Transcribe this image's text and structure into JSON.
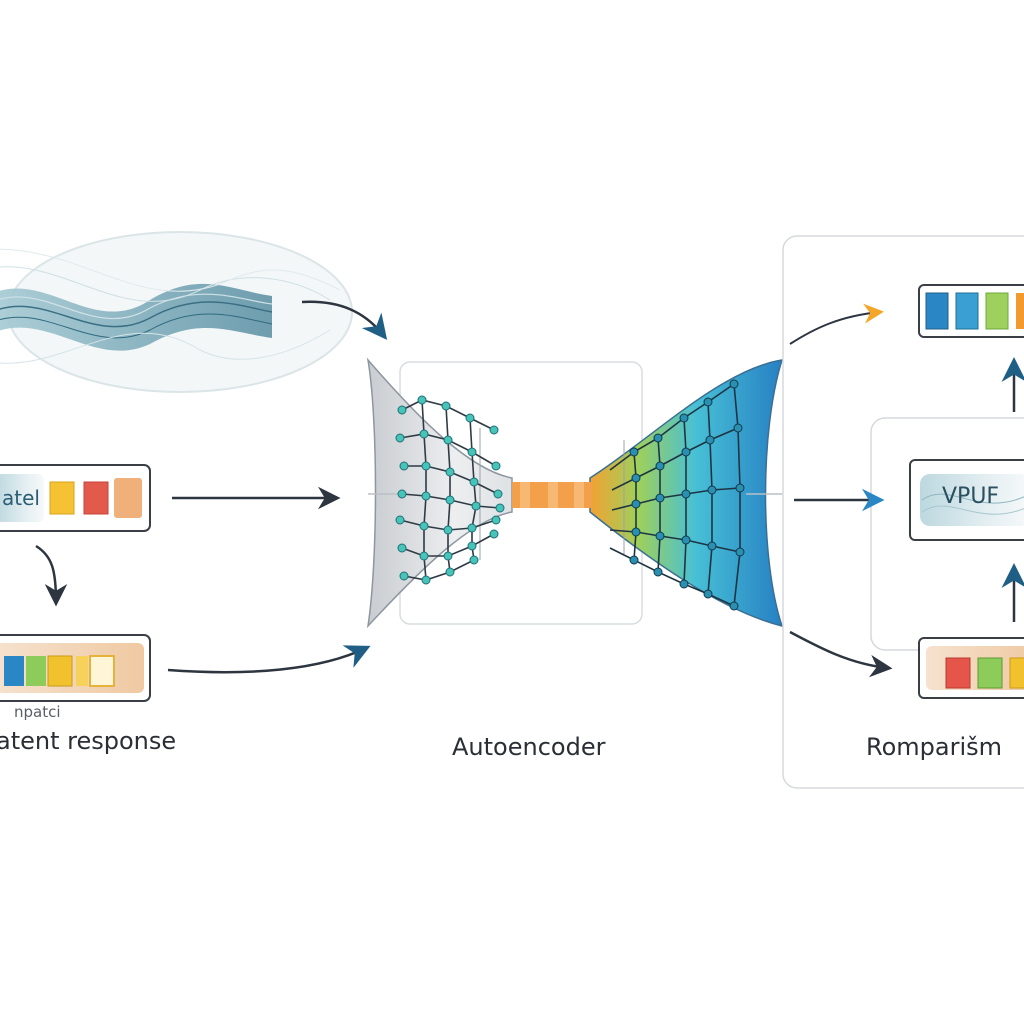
{
  "labels": {
    "left_small": "npatci",
    "left_main": "atent response",
    "center_main": "Autoencoder",
    "right_main": "Romparišm"
  },
  "chips": {
    "left_top_text": "atel",
    "right_mid_text": "VPUF"
  },
  "colors": {
    "blue": "#2b86c5",
    "teal": "#3bb9c9",
    "green": "#8dcc5a",
    "yellow": "#f2c12e",
    "orange": "#f29a2e",
    "red": "#e5554a",
    "arrow_dark": "#2d3540",
    "arrow_blue": "#1f5f86",
    "arrow_orange": "#f4a62a"
  }
}
